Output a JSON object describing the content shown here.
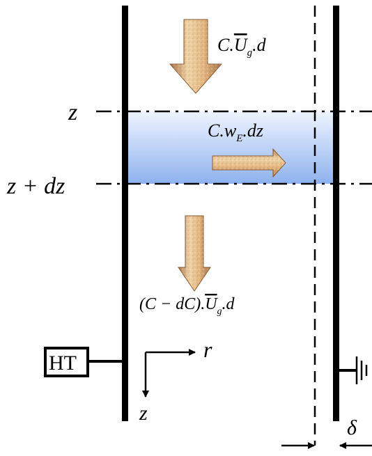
{
  "diagram": {
    "labels": {
      "flux_top": "C.Ū_g.d",
      "flux_side": "C.w_E.dz",
      "flux_bottom": "(C − dC).Ū_g.d",
      "z_level": "z",
      "z_dz_level": "z + dz",
      "ht": "HT",
      "axis_r": "r",
      "axis_z": "z",
      "delta": "δ"
    },
    "colors": {
      "slab_top": "#eef4ff",
      "slab_bottom": "#8fb2ee",
      "arrow_light": "#f1d4a8",
      "arrow_dark": "#a7774a",
      "line": "#000000"
    }
  }
}
